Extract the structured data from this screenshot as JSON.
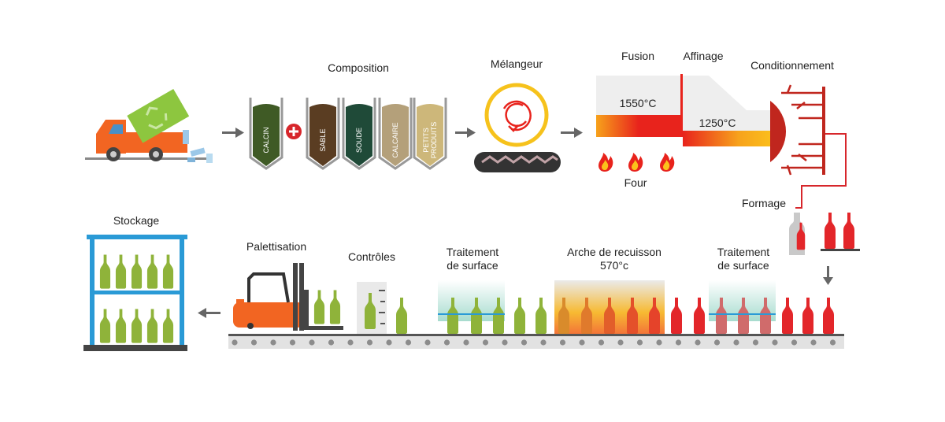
{
  "labels": {
    "composition": "Composition",
    "melangeur": "Mélangeur",
    "fusion": "Fusion",
    "affinage": "Affinage",
    "conditionnement": "Conditionnement",
    "four": "Four",
    "temp_fusion": "1550°C",
    "temp_affinage": "1250°C",
    "formage": "Formage",
    "stockage": "Stockage",
    "palettisation": "Palettisation",
    "controles": "Contrôles",
    "traitement_1_line1": "Traitement",
    "traitement_1_line2": "de surface",
    "arche_line1": "Arche de recuisson",
    "arche_line2": "570°c",
    "traitement_2_line1": "Traitement",
    "traitement_2_line2": "de surface"
  },
  "hoppers": [
    {
      "label": "CALCIN",
      "color": "#3f5a25"
    },
    {
      "label": "SABLE",
      "color": "#5a3d22"
    },
    {
      "label": "SOUDE",
      "color": "#1f4a38"
    },
    {
      "label": "CALCAIRE",
      "color": "#b4a07a"
    },
    {
      "label": "PETITS PRODUITS",
      "color": "#cdb77a"
    }
  ],
  "colors": {
    "green_bottle": "#8fb33a",
    "red_bottle": "#e3262a",
    "furnace_hot": "#e8231c",
    "furnace_warm": "#f7a21b",
    "arrow": "#666666",
    "conveyor": "#e2e2e2",
    "truck": "#f26522",
    "forklift": "#f26522"
  },
  "icons": [
    "recycle-truck-icon",
    "plus-icon",
    "mixer-icon",
    "flame-icon",
    "forklift-icon",
    "shelf-icon",
    "ruler-icon"
  ]
}
